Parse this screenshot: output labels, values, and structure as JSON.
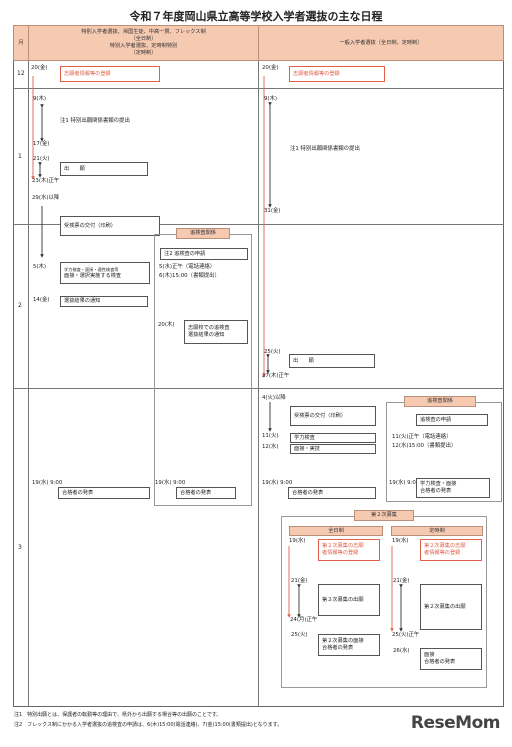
{
  "title": "令和７年度岡山県立高等学校入学者選抜の主な日程",
  "header": {
    "month": "月",
    "left": [
      "特別入学者選抜、帰国生徒、中高一貫、フレックス制",
      "（全日制）",
      "特別入学者選抜、定時制特別",
      "（定時制）"
    ],
    "right": "一般入学者選抜（全日制、定時制）"
  },
  "months": [
    "12",
    "1",
    "2",
    "3"
  ],
  "left_col": {
    "d_20_dec": "20(金)",
    "reg1": "志願者情報等の登録",
    "d_9": "9(木)",
    "note1": "注1 特別出願関係書類の提出",
    "d_17": "17(金)",
    "d_21": "21(火)",
    "apply": "出　　願",
    "d_23": "23(木)正午",
    "d_29": "29(水)以降",
    "ticket": "受検票の交付（印刷）",
    "d_5": "5(木)",
    "exam_small": "学力検査・面接・適性検査等",
    "exam_main": "面接・選択実施する検査",
    "d_14": "14(金)",
    "result_notice": "選抜結果の通知",
    "d_19": "19(水) 9:00",
    "announce": "合格者の発表"
  },
  "follow_panel": {
    "title": "追検査関係",
    "note2": "注2 追検査の申請",
    "l1": "5(水)正午（電話連絡）",
    "l2": "6(木)15:00（書類提出）",
    "d_20": "20(木)",
    "notice": [
      "志願校での追検査",
      "選抜結果の通知"
    ],
    "d_19": "19(水) 9:00",
    "announce": "合格者の発表"
  },
  "right_col": {
    "d_20_dec": "20(金)",
    "reg1": "志願者情報等の登録",
    "d_9": "9(木)",
    "note1": "注1 特別出願関係書類の提出",
    "d_31": "31(金)",
    "d_25": "25(火)",
    "apply": "出　　願",
    "d_27": "27(木)正午",
    "d_4": "4(火)以降",
    "ticket": "受検票の交付（印刷）",
    "d_11": "11(火)",
    "exam1": "学力検査",
    "d_12": "12(水)",
    "exam2": "面接・実技",
    "d_19": "19(水) 9:00",
    "announce": "合格者の発表"
  },
  "right_follow": {
    "title": "追検査関係",
    "apply": "追検査の申請",
    "l1": "11(火)正午（電話連絡）",
    "l2": "12(水)15:00（書類提出）",
    "d_19": "19(水) 9:00",
    "box": [
      "学力検査・面接",
      "合格者の発表"
    ]
  },
  "second": {
    "title": "第２次募集",
    "full": "全日制",
    "part": "定時制",
    "f_d19": "19(水)",
    "f_reg": [
      "第２次募集の志願",
      "者情報等の登録"
    ],
    "f_d21": "21(金)",
    "f_apply": "第２次募集の出願",
    "f_d24": "24(月)正午",
    "f_d25": "25(火)",
    "f_ann": [
      "第２次募集の面接",
      "合格者の発表"
    ],
    "p_d19": "19(水)",
    "p_reg": [
      "第２次募集の志願",
      "者情報等の登録"
    ],
    "p_d21": "21(金)",
    "p_apply": "第２次募集の出願",
    "p_d25": "25(火)正午",
    "p_d26": "26(水)",
    "p_ann": [
      "面接",
      "合格者の発表"
    ]
  },
  "footnotes": [
    "注1　特別出願とは、保護者の転勤等の理由で、県外から出願する場合等の出願のことです。",
    "注2　フレックス制にかかる入学者選抜の追検査の申請は、6(木)15:00(電話連絡)、7(金)15:00(書類提出)となります。"
  ],
  "logo": "ReseMom"
}
